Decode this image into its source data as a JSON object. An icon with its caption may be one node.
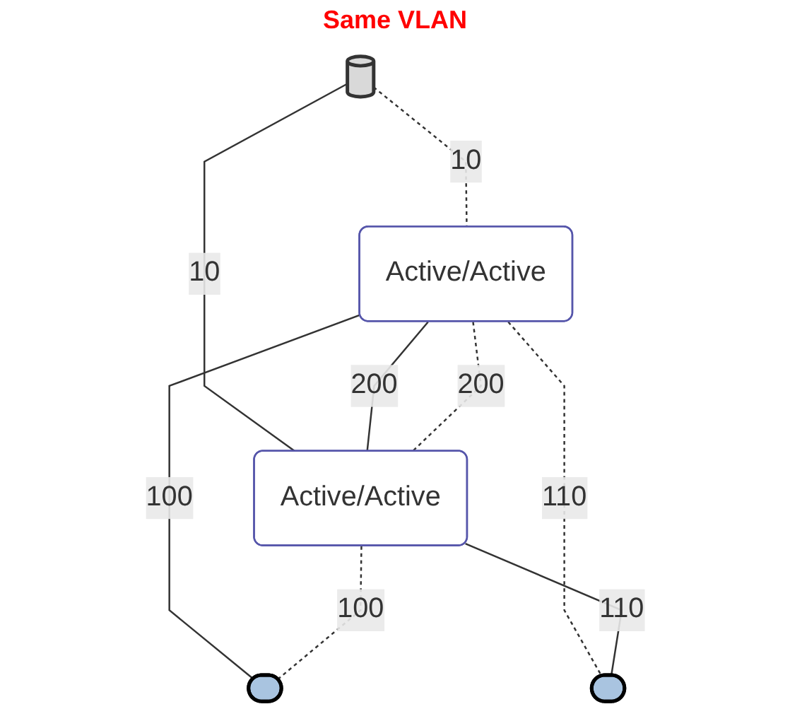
{
  "diagram": {
    "nodes": [
      {
        "text": [],
        "shape": "cylinder"
      },
      {
        "text": [
          "Active/Active"
        ]
      },
      {
        "text": [
          "Active/Active"
        ]
      },
      {
        "text": [],
        "shape": "bar"
      },
      {
        "text": [],
        "shape": "bar"
      }
    ],
    "edges": [
      {
        "from": 0,
        "to": 1,
        "arrow": "none",
        "label": "10",
        "style": "dashed"
      },
      {
        "from": 0,
        "to": 2,
        "arrow": "none",
        "label": "10"
      },
      {
        "from": 1,
        "to": 2,
        "arrow": "none",
        "label": "200"
      },
      {
        "from": 1,
        "to": 2,
        "arrow": "none",
        "label": "200",
        "style": "dashed"
      },
      {
        "from": 1,
        "to": 3,
        "arrow": "none",
        "label": "100"
      },
      {
        "from": 1,
        "to": 4,
        "arrow": "none",
        "label": "110",
        "style": "dashed"
      },
      {
        "from": 2,
        "to": 3,
        "arrow": "none",
        "label": "100",
        "style": "dashed"
      },
      {
        "from": 2,
        "to": 4,
        "arrow": "none",
        "label": "110"
      }
    ],
    "labels": [
      "Same VLAN"
    ]
  }
}
